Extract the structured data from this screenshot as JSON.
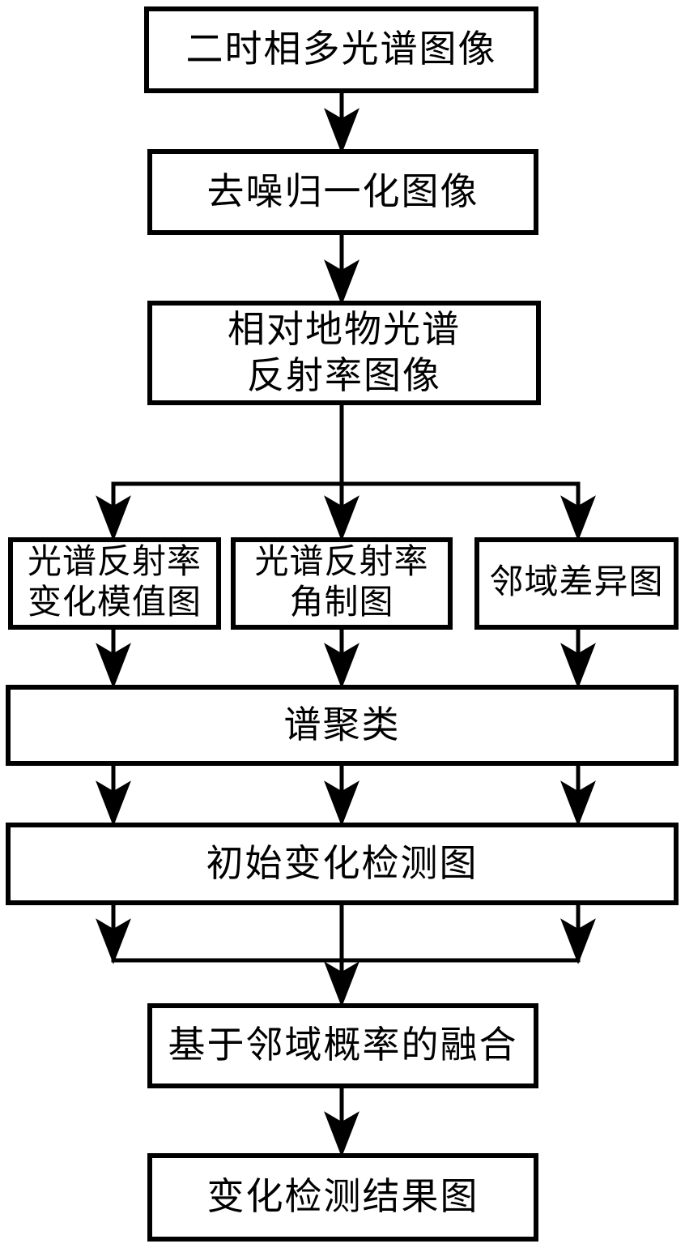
{
  "diagram": {
    "type": "flowchart",
    "background_color": "#ffffff",
    "line_color": "#000000",
    "box_fill_color": "#ffffff",
    "nodes": {
      "bitemporal_multispectral_image": {
        "label": "二时相多光谱图像"
      },
      "denoised_normalized_image": {
        "label": "去噪归一化图像"
      },
      "relative_reflectance_image": {
        "label": "相对地物光谱\n反射率图像"
      },
      "reflectance_change_magnitude_map": {
        "label": "光谱反射率\n变化模值图"
      },
      "reflectance_angle_map": {
        "label": "光谱反射率\n角制图"
      },
      "neighborhood_difference_map": {
        "label": "邻域差异图"
      },
      "spectral_clustering": {
        "label": "谱聚类"
      },
      "initial_change_detection_map": {
        "label": "初始变化检测图"
      },
      "neighborhood_probability_fusion": {
        "label": "基于邻域概率的融合"
      },
      "change_detection_result_map": {
        "label": "变化检测结果图"
      }
    },
    "edges": [
      {
        "from": "bitemporal_multispectral_image",
        "to": "denoised_normalized_image"
      },
      {
        "from": "denoised_normalized_image",
        "to": "relative_reflectance_image"
      },
      {
        "from": "relative_reflectance_image",
        "to": "reflectance_change_magnitude_map"
      },
      {
        "from": "relative_reflectance_image",
        "to": "reflectance_angle_map"
      },
      {
        "from": "relative_reflectance_image",
        "to": "neighborhood_difference_map"
      },
      {
        "from": "reflectance_change_magnitude_map",
        "to": "spectral_clustering"
      },
      {
        "from": "reflectance_angle_map",
        "to": "spectral_clustering"
      },
      {
        "from": "neighborhood_difference_map",
        "to": "spectral_clustering"
      },
      {
        "from": "spectral_clustering",
        "to": "initial_change_detection_map",
        "lanes": 3
      },
      {
        "from": "initial_change_detection_map",
        "to": "neighborhood_probability_fusion",
        "lanes": 3
      },
      {
        "from": "neighborhood_probability_fusion",
        "to": "change_detection_result_map"
      }
    ]
  }
}
